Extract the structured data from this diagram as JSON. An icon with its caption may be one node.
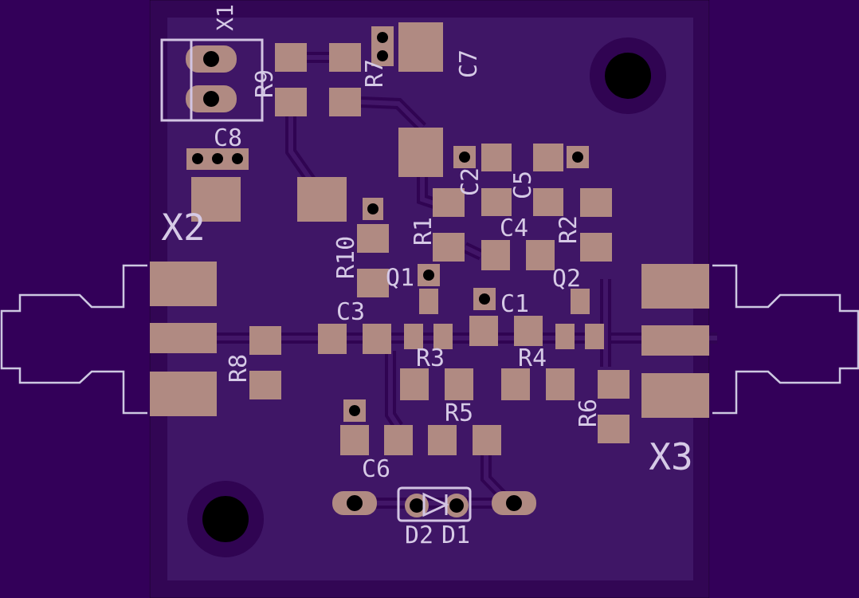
{
  "diagram": {
    "labels": [
      "X1",
      "R9",
      "R7",
      "C7",
      "C8",
      "X2",
      "R10",
      "R1",
      "C2",
      "C5",
      "C4",
      "R2",
      "Q1",
      "Q2",
      "C1",
      "C3",
      "R8",
      "R3",
      "R4",
      "R5",
      "R6",
      "C6",
      "X3",
      "D2",
      "D1"
    ]
  }
}
